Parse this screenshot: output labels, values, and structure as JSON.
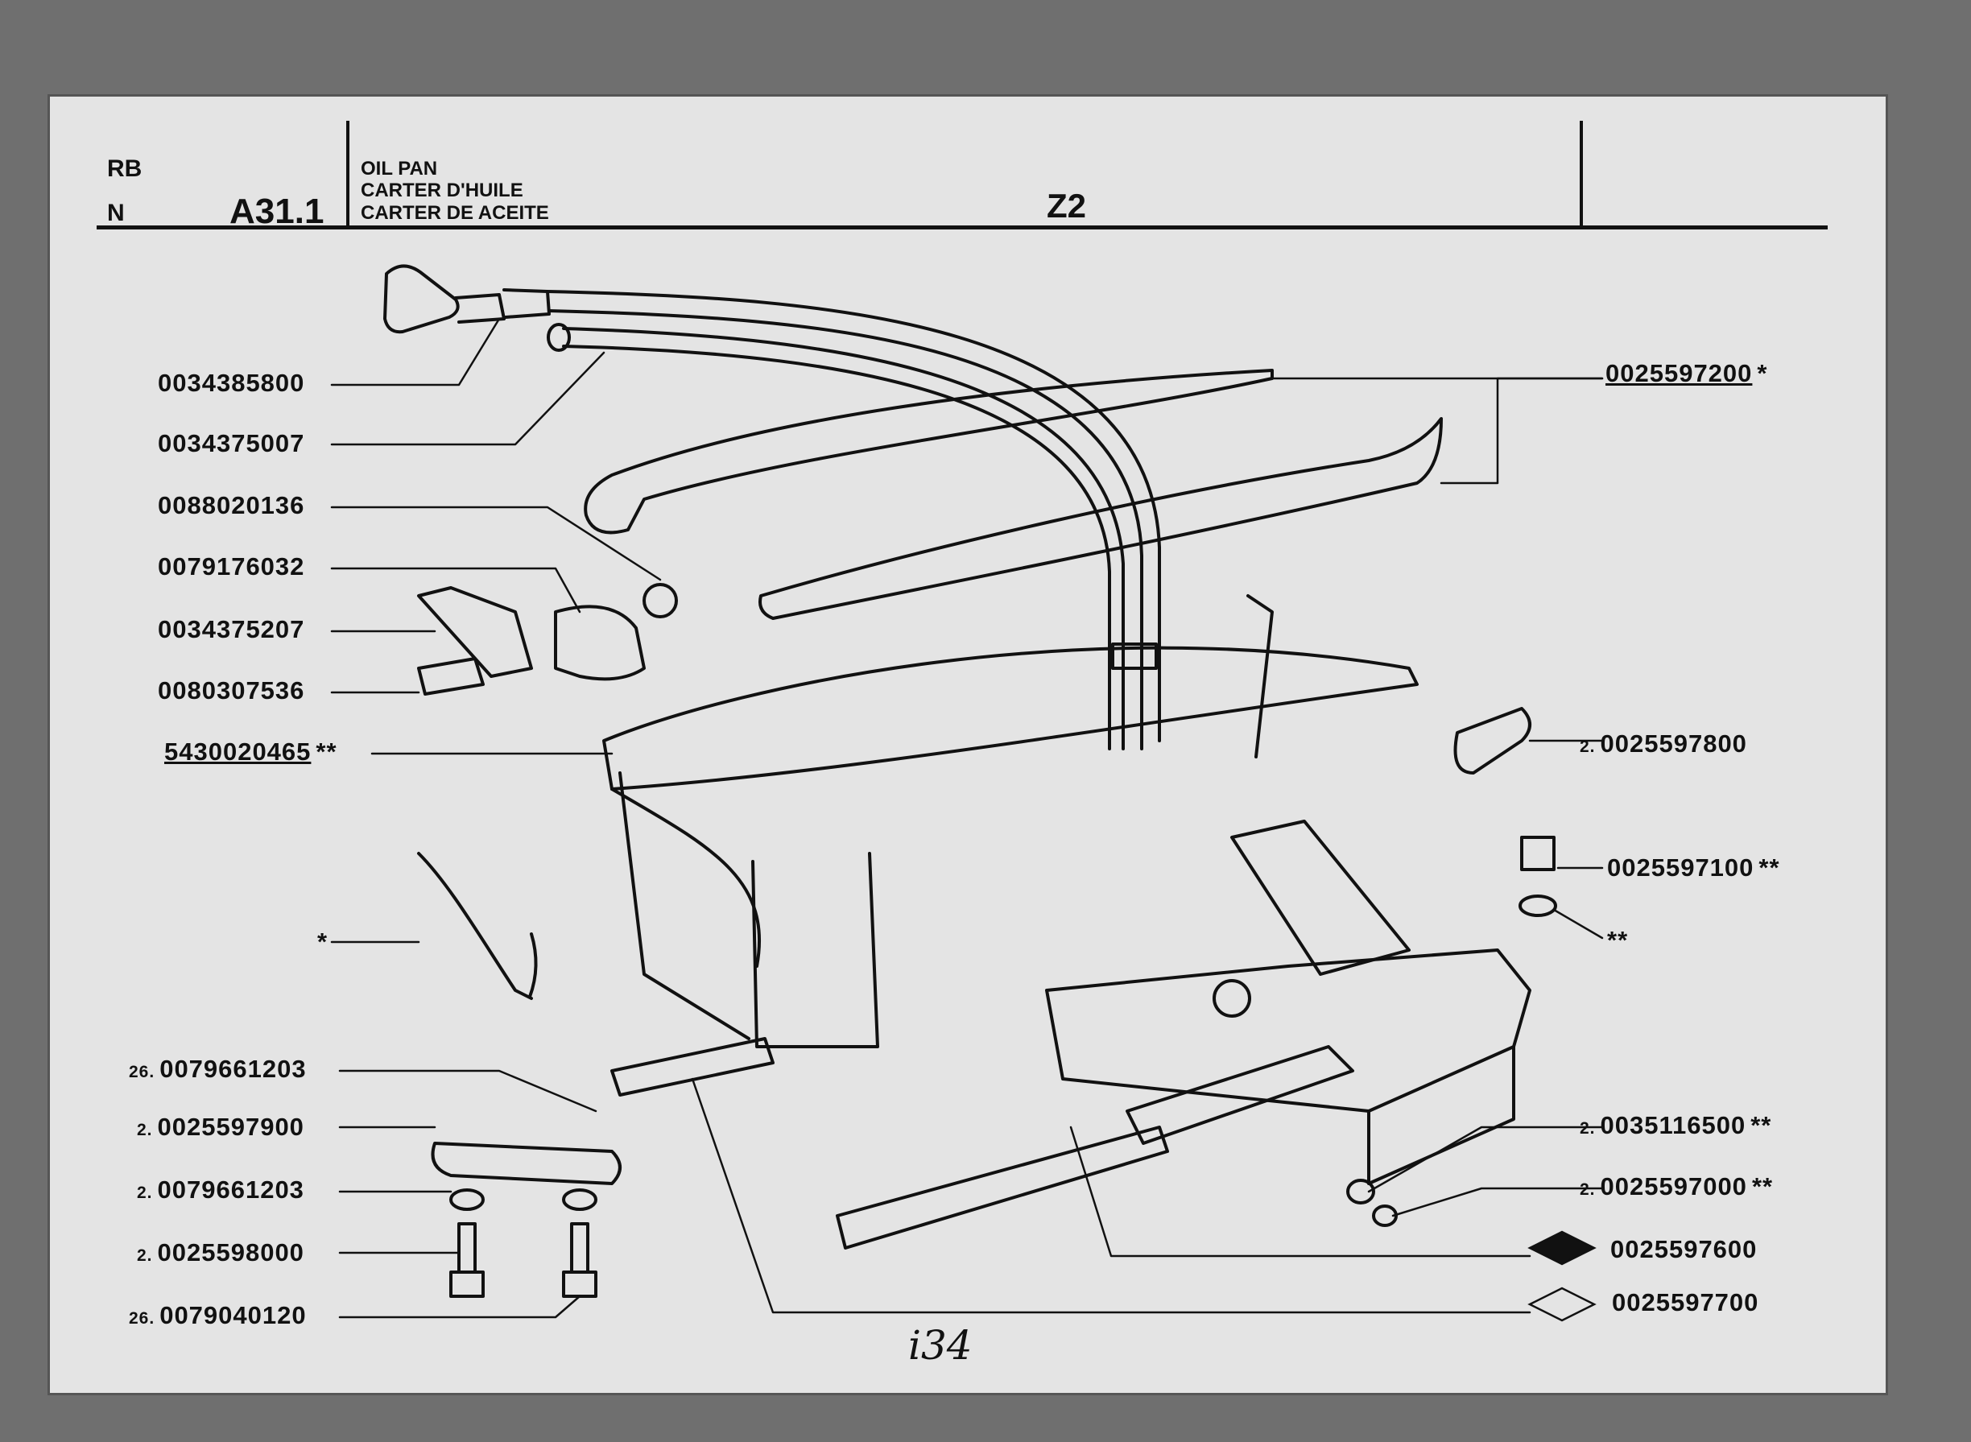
{
  "header": {
    "code_rb": "RB",
    "code_n": "N",
    "ref": "A31.1",
    "title_en": "OIL PAN",
    "title_fr": "CARTER D'HUILE",
    "title_es": "CARTER DE ACEITE",
    "model": "Z2"
  },
  "callouts": [
    {
      "qty": "",
      "number": "0034385800",
      "suffix": ""
    },
    {
      "qty": "",
      "number": "0034375007",
      "suffix": ""
    },
    {
      "qty": "",
      "number": "0088020136",
      "suffix": ""
    },
    {
      "qty": "",
      "number": "0079176032",
      "suffix": ""
    },
    {
      "qty": "",
      "number": "0034375207",
      "suffix": ""
    },
    {
      "qty": "",
      "number": "0080307536",
      "suffix": ""
    },
    {
      "qty": "",
      "number": "5430020465",
      "suffix": "**"
    },
    {
      "qty": "",
      "number": "",
      "suffix": "*"
    },
    {
      "qty": "26.",
      "number": "0079661203",
      "suffix": ""
    },
    {
      "qty": "2.",
      "number": "0025597900",
      "suffix": ""
    },
    {
      "qty": "2.",
      "number": "0079661203",
      "suffix": ""
    },
    {
      "qty": "2.",
      "number": "0025598000",
      "suffix": ""
    },
    {
      "qty": "26.",
      "number": "0079040120",
      "suffix": ""
    },
    {
      "qty": "",
      "number": "0025597200",
      "suffix": "*"
    },
    {
      "qty": "2.",
      "number": "0025597800",
      "suffix": ""
    },
    {
      "qty": "",
      "number": "0025597100",
      "suffix": "**"
    },
    {
      "qty": "",
      "number": "",
      "suffix": "**"
    },
    {
      "qty": "2.",
      "number": "0035116500",
      "suffix": "**"
    },
    {
      "qty": "2.",
      "number": "0025597000",
      "suffix": "**"
    },
    {
      "qty": "",
      "number": "0025597600",
      "suffix": ""
    },
    {
      "qty": "",
      "number": "0025597700",
      "suffix": ""
    }
  ],
  "handwritten_note": "i34"
}
